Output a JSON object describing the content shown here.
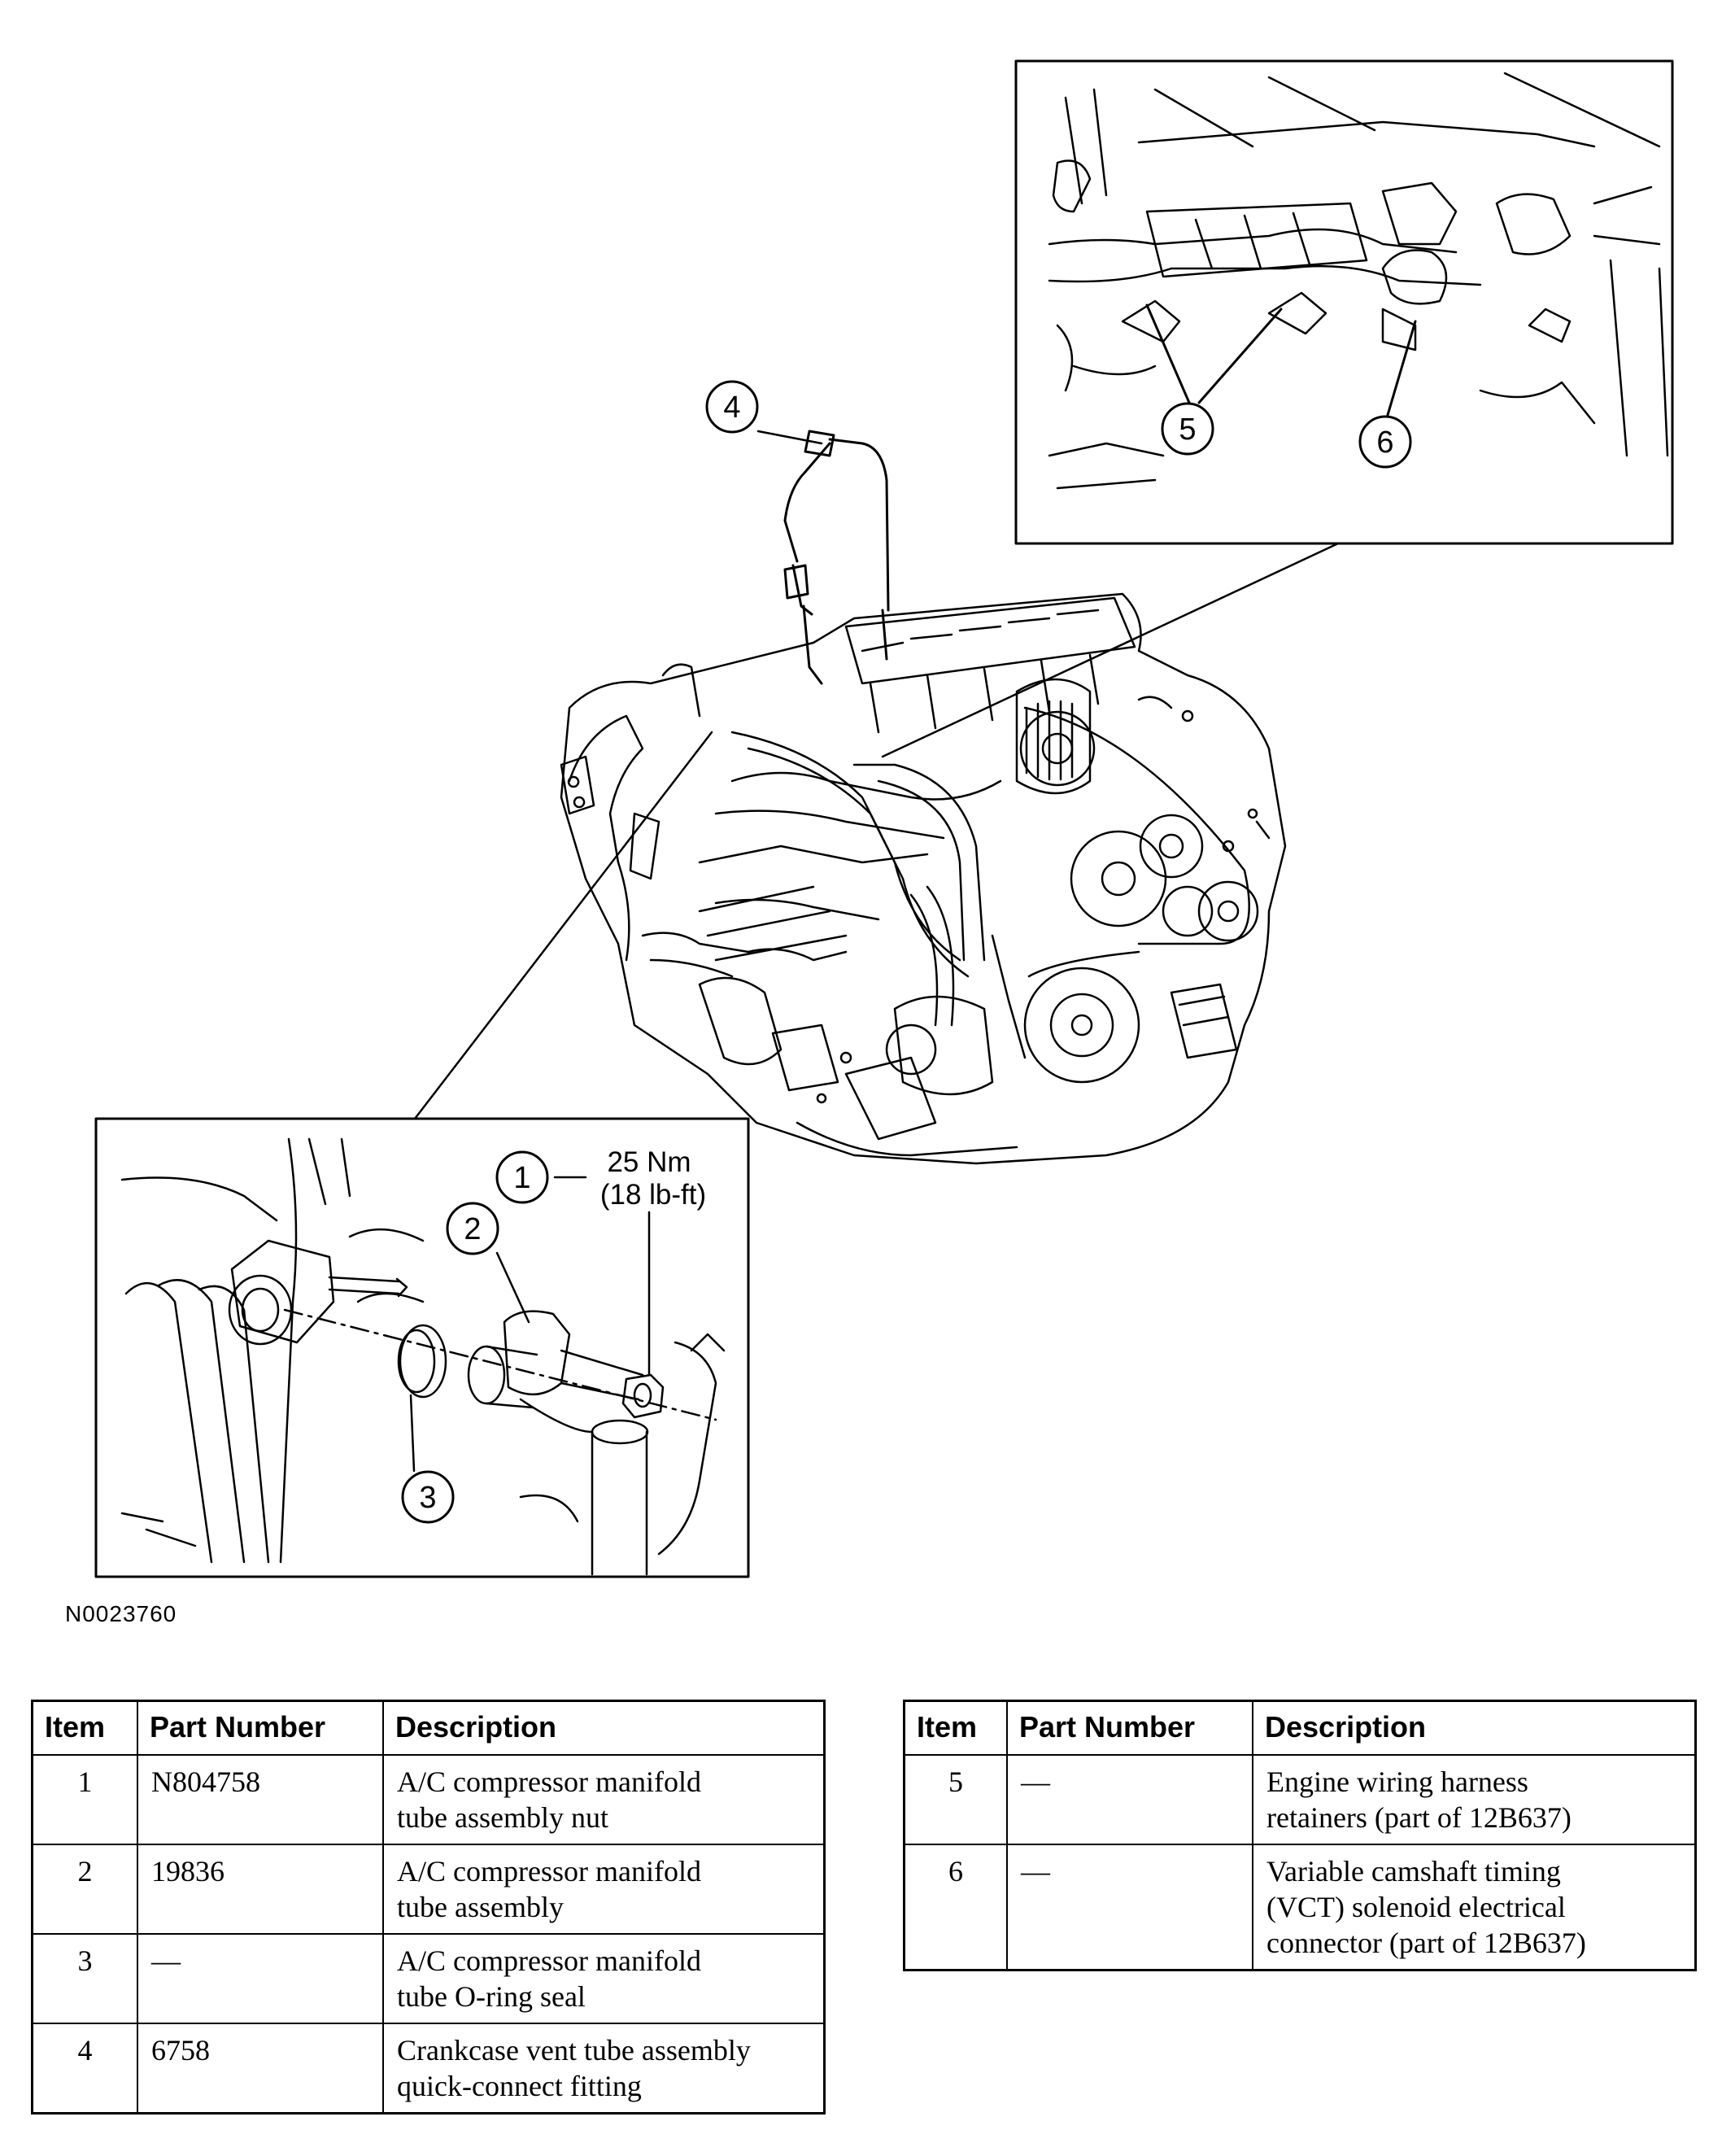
{
  "figure_id": "N0023760",
  "callouts": [
    "1",
    "2",
    "3",
    "4",
    "5",
    "6"
  ],
  "torque": {
    "nm": "25 Nm",
    "lbft": "(18 lb-ft)"
  },
  "tables": {
    "left": {
      "headers": [
        "Item",
        "Part Number",
        "Description"
      ],
      "rows": [
        {
          "item": "1",
          "part": "N804758",
          "desc": [
            "A/C compressor manifold",
            "tube assembly nut"
          ]
        },
        {
          "item": "2",
          "part": "19836",
          "desc": [
            "A/C compressor manifold",
            "tube assembly"
          ]
        },
        {
          "item": "3",
          "part": "—",
          "desc": [
            "A/C compressor manifold",
            "tube O-ring seal"
          ]
        },
        {
          "item": "4",
          "part": "6758",
          "desc": [
            "Crankcase vent tube assembly",
            "quick-connect fitting"
          ]
        }
      ]
    },
    "right": {
      "headers": [
        "Item",
        "Part Number",
        "Description"
      ],
      "rows": [
        {
          "item": "5",
          "part": "—",
          "desc": [
            "Engine wiring harness",
            "retainers (part of 12B637)"
          ]
        },
        {
          "item": "6",
          "part": "—",
          "desc": [
            "Variable camshaft timing",
            "(VCT) solenoid electrical",
            "connector (part of 12B637)"
          ]
        }
      ]
    }
  }
}
